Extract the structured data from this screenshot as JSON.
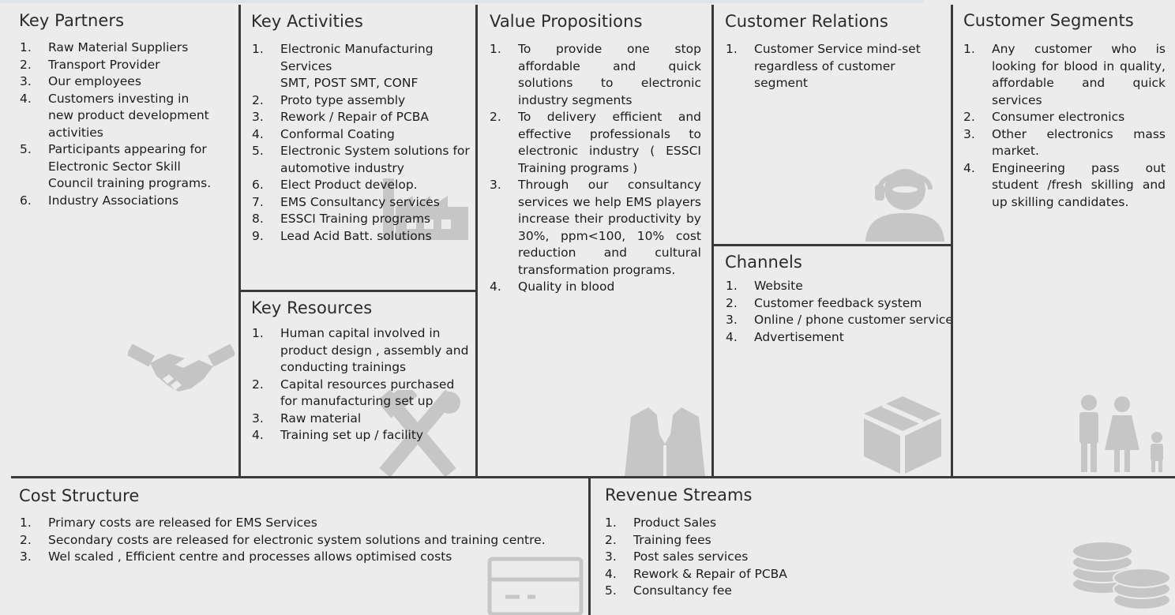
{
  "canvas": {
    "key_partners": {
      "title": "Key Partners",
      "items": [
        {
          "num": "1.",
          "text": "Raw Material Suppliers"
        },
        {
          "num": "2.",
          "text": "Transport Provider"
        },
        {
          "num": "3.",
          "text": "Our employees"
        },
        {
          "num": "4.",
          "text": "Customers investing in new product development activities"
        },
        {
          "num": "5.",
          "text": "Participants appearing for Electronic Sector Skill Council training programs."
        },
        {
          "num": "6.",
          "text": "Industry Associations"
        }
      ],
      "icon": "handshake-icon"
    },
    "key_activities": {
      "title": "Key Activities",
      "items": [
        {
          "num": "1.",
          "text": "Electronic Manufacturing Services",
          "sub": "SMT, POST SMT, CONF"
        },
        {
          "num": "2.",
          "text": "Proto type assembly"
        },
        {
          "num": "3.",
          "text": "Rework / Repair of PCBA"
        },
        {
          "num": "4.",
          "text": "Conformal Coating"
        },
        {
          "num": "5.",
          "text": "Electronic System solutions for automotive industry"
        },
        {
          "num": "6.",
          "text": "Elect Product develop."
        },
        {
          "num": "7.",
          "text": "EMS Consultancy services"
        },
        {
          "num": "8.",
          "text": "ESSCI Training programs"
        },
        {
          "num": "9.",
          "text": "Lead Acid Batt. solutions"
        }
      ],
      "icon": "factory-icon"
    },
    "key_resources": {
      "title": "Key Resources",
      "items": [
        {
          "num": "1.",
          "text": "Human capital involved in product design , assembly and conducting trainings"
        },
        {
          "num": "2.",
          "text": "Capital resources purchased for manufacturing set up"
        },
        {
          "num": "3.",
          "text": "Raw material"
        },
        {
          "num": "4.",
          "text": "Training set up / facility"
        }
      ],
      "icon": "tools-icon"
    },
    "value_propositions": {
      "title": "Value Propositions",
      "items": [
        {
          "num": "1.",
          "text": "To provide one stop affordable and quick solutions to electronic industry segments"
        },
        {
          "num": "2.",
          "text": "To delivery efficient and effective professionals to electronic industry ( ESSCI Training programs )"
        },
        {
          "num": "3.",
          "text": "Through our consultancy services we help EMS players increase their productivity by 30%, ppm<100, 10% cost reduction and cultural transformation programs."
        },
        {
          "num": "4.",
          "text": "Quality in blood"
        }
      ],
      "icon": "suit-icon"
    },
    "customer_relations": {
      "title": "Customer Relations",
      "items": [
        {
          "num": "1.",
          "text": "Customer Service mind-set regardless of customer segment"
        }
      ],
      "icon": "headset-agent-icon"
    },
    "channels": {
      "title": "Channels",
      "items": [
        {
          "num": "1.",
          "text": "Website"
        },
        {
          "num": "2.",
          "text": "Customer feedback system"
        },
        {
          "num": "3.",
          "text": "Online / phone customer service"
        },
        {
          "num": "4.",
          "text": "Advertisement"
        }
      ],
      "icon": "box-icon"
    },
    "customer_segments": {
      "title": "Customer Segments",
      "items": [
        {
          "num": "1.",
          "text": "Any customer who is looking for blood in quality, affordable and quick services"
        },
        {
          "num": "2.",
          "text": "Consumer electronics"
        },
        {
          "num": "3.",
          "text": "Other electronics mass market."
        },
        {
          "num": "4.",
          "text": "Engineering pass out student /fresh skilling and up skilling candidates."
        }
      ],
      "icon": "family-icon"
    },
    "cost_structure": {
      "title": "Cost Structure",
      "items": [
        {
          "num": "1.",
          "text": "Primary costs are released for EMS Services"
        },
        {
          "num": "2.",
          "text": "Secondary costs are released for electronic system solutions and training centre."
        },
        {
          "num": "3.",
          "text": "Wel scaled , Efficient centre and processes allows optimised costs"
        }
      ],
      "icon": "price-tag-icon"
    },
    "revenue_streams": {
      "title": "Revenue Streams",
      "items": [
        {
          "num": "1.",
          "text": "Product Sales"
        },
        {
          "num": "2.",
          "text": "Training fees"
        },
        {
          "num": "3.",
          "text": "Post sales services"
        },
        {
          "num": "4.",
          "text": "Rework & Repair of PCBA"
        },
        {
          "num": "5.",
          "text": "Consultancy fee"
        }
      ],
      "icon": "coins-icon"
    }
  },
  "colors": {
    "background": "#ececec",
    "border": "#3a3a3a",
    "icon": "#c2c2c2"
  }
}
